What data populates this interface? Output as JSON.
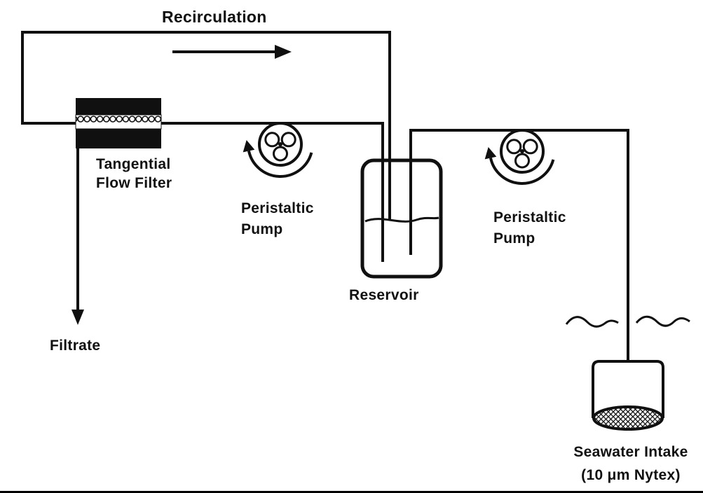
{
  "diagram": {
    "type": "process-flow-schematic",
    "subject": "seawater tangential flow filtration loop",
    "colors": {
      "ink": "#101010",
      "background": "#ffffff"
    },
    "labels": {
      "recirculation": "Recirculation",
      "tangential_filter": {
        "line1": "Tangential",
        "line2": "Flow Filter"
      },
      "pump_left": {
        "line1": "Peristaltic",
        "line2": "Pump"
      },
      "pump_right": {
        "line1": "Peristaltic",
        "line2": "Pump"
      },
      "reservoir": "Reservoir",
      "filtrate": "Filtrate",
      "seawater_intake": {
        "line1": "Seawater Intake",
        "line2": "(10 μm Nytex)"
      }
    },
    "components": [
      "recirculation-loop",
      "tangential-flow-filter",
      "peristaltic-pump-left",
      "reservoir",
      "peristaltic-pump-right",
      "seawater-intake-screen",
      "filtrate-outlet"
    ]
  }
}
